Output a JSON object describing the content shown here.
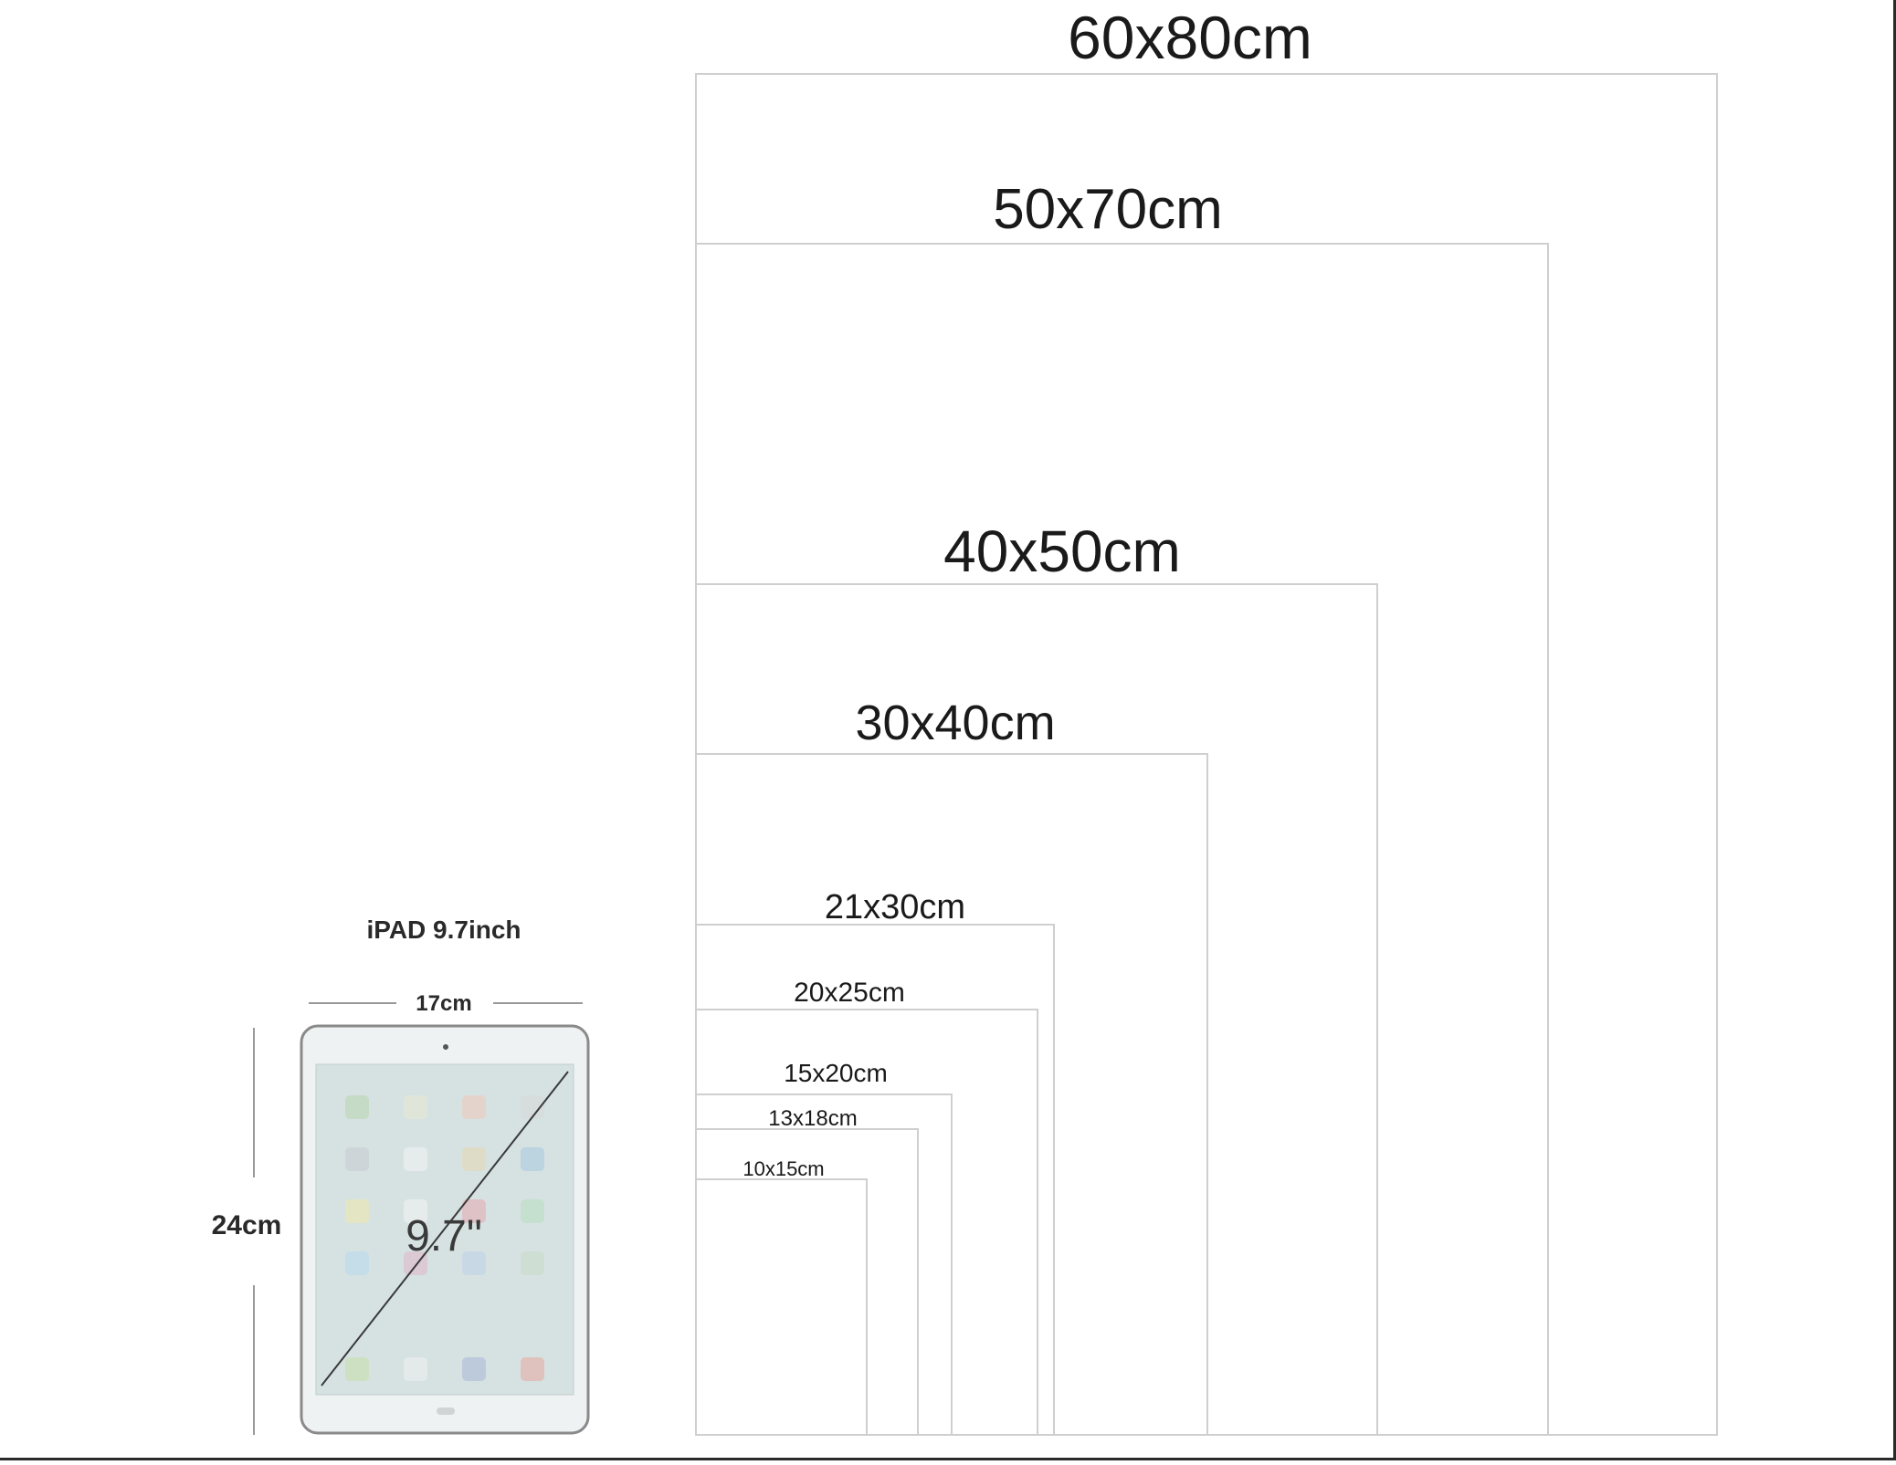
{
  "sizes": [
    {
      "label": "60x80cm"
    },
    {
      "label": "50x70cm"
    },
    {
      "label": "40x50cm"
    },
    {
      "label": "30x40cm"
    },
    {
      "label": "21x30cm"
    },
    {
      "label": "20x25cm"
    },
    {
      "label": "15x20cm"
    },
    {
      "label": "13x18cm"
    },
    {
      "label": "10x15cm"
    }
  ],
  "ipad": {
    "title": "iPAD 9.7inch",
    "width_label": "17cm",
    "height_label": "24cm",
    "diagonal_label": "9.7\""
  },
  "colors": {
    "outline": "#cfcfcf",
    "text": "#1a1a1a",
    "ipad_body": "#eef2f2",
    "ipad_screen": "#d6e2e2"
  }
}
